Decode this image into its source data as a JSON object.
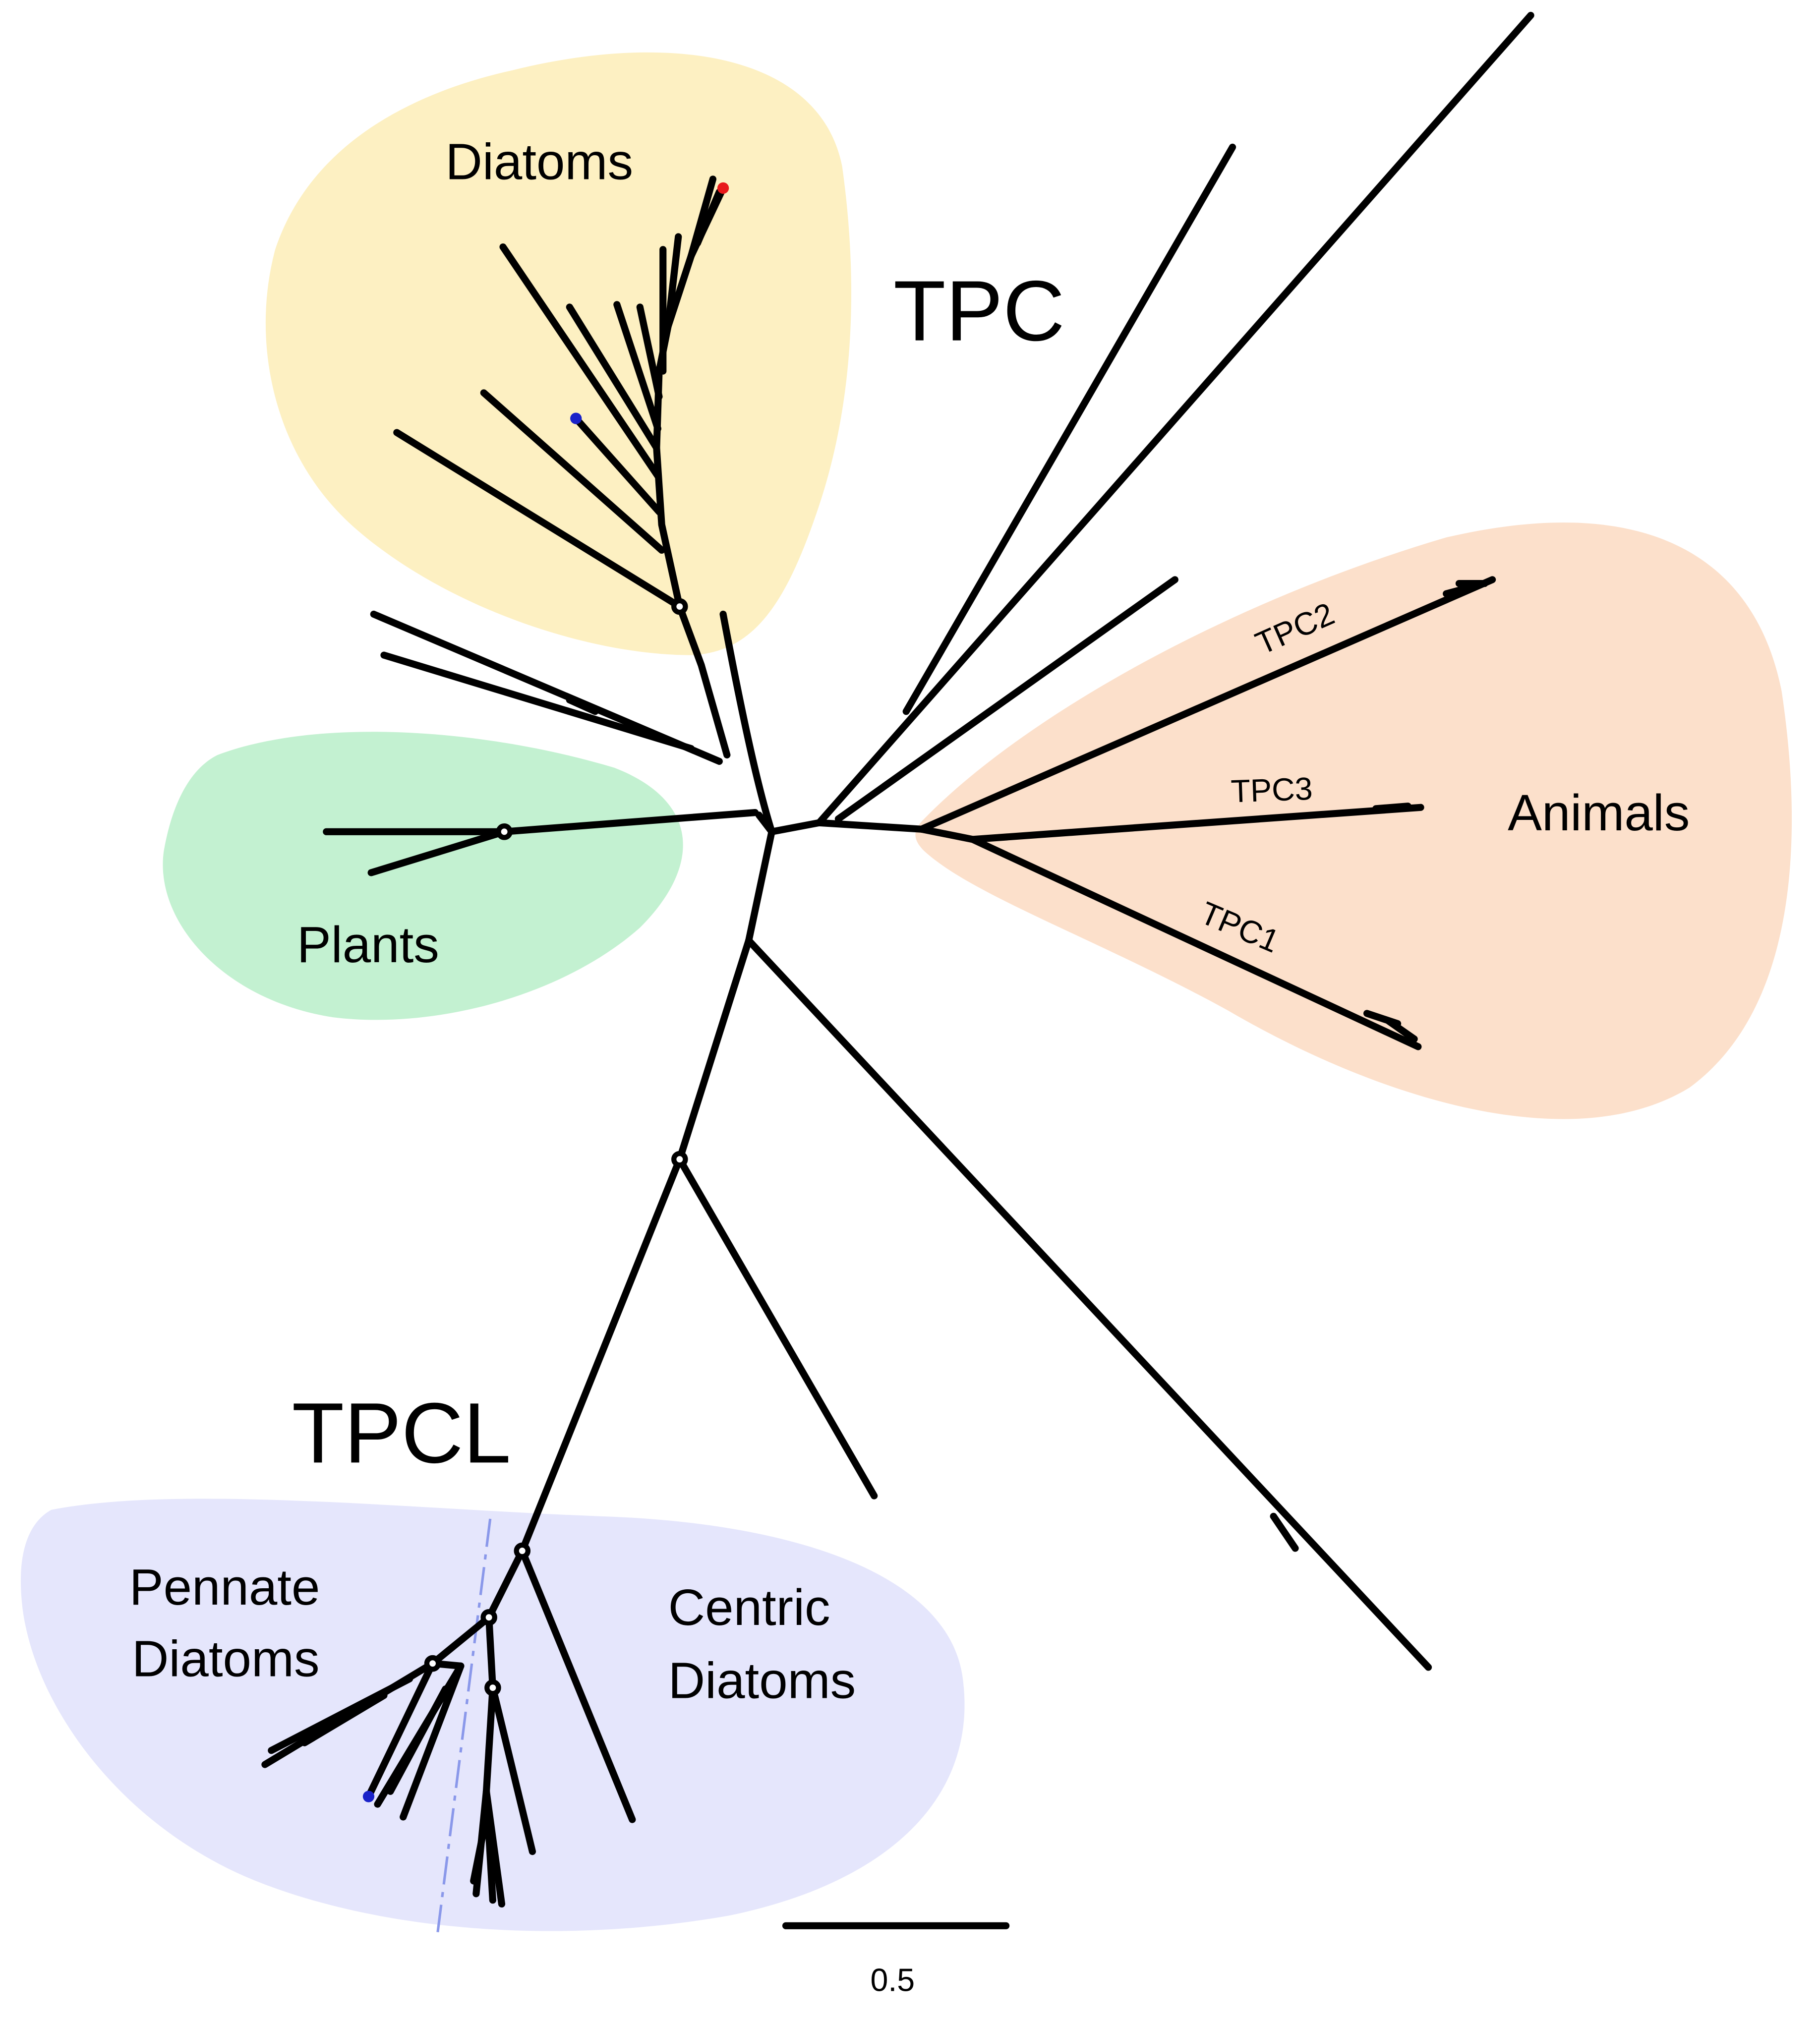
{
  "colors": {
    "diatoms_region": "#fdf0c2",
    "plants_region": "#c3f1d1",
    "animals_region": "#fce0cb",
    "tpcl_region": "#e5e6fc",
    "branch": "#000000",
    "red_marker": "#e8191a",
    "blue_marker": "#1a22c9",
    "divider": "#8a98ea"
  },
  "labels": {
    "diatoms": "Diatoms",
    "tpc": "TPC",
    "plants": "Plants",
    "animals": "Animals",
    "tpc2": "TPC2",
    "tpc3": "TPC3",
    "tpc1": "TPC1",
    "tpcl": "TPCL",
    "pennate_line1": "Pennate",
    "pennate_line2": "Diatoms",
    "centric_line1": "Centric",
    "centric_line2": "Diatoms"
  },
  "scale_bar": {
    "value": "0.5"
  }
}
